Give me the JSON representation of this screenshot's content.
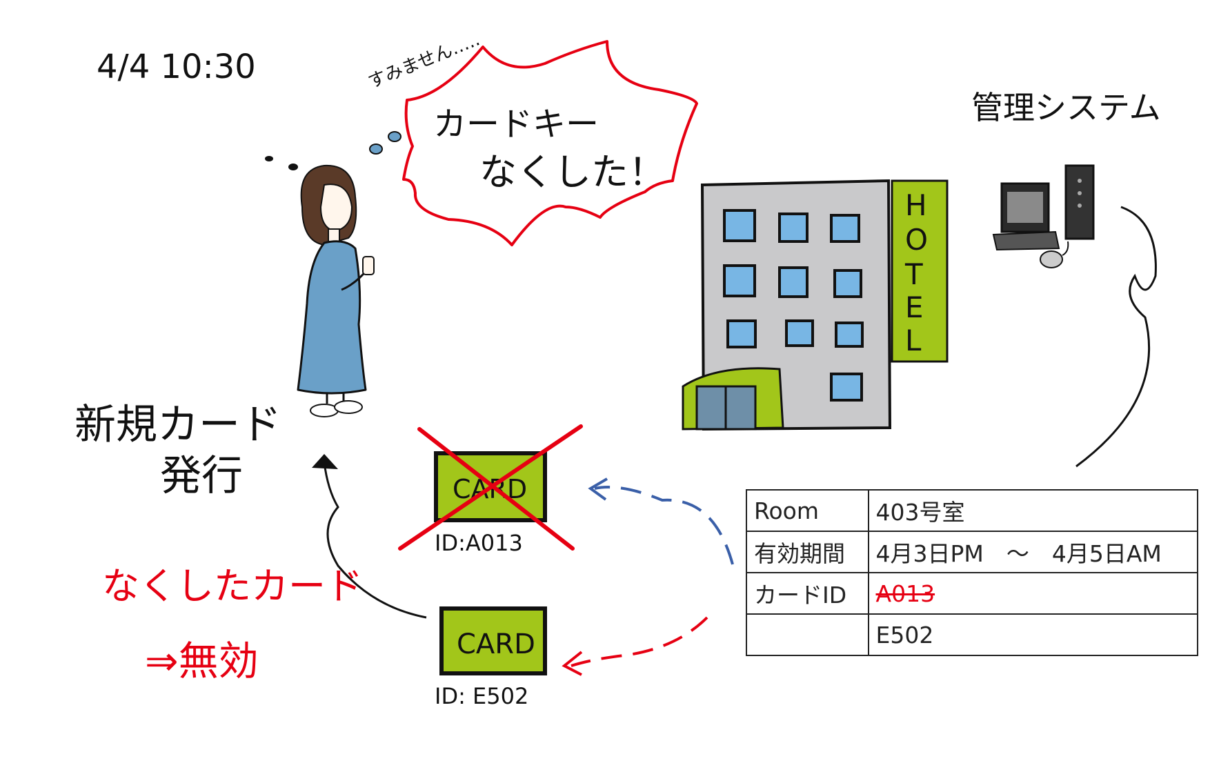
{
  "header": {
    "timestamp": "4/4 10:30",
    "system_label": "管理システム"
  },
  "scene": {
    "guest_murmur": "すみません…..",
    "speech_line1": "カードキー",
    "speech_line2": "なくした！",
    "hotel_sign": [
      "H",
      "O",
      "T",
      "E",
      "L"
    ]
  },
  "cards": {
    "old": {
      "label": "CARD",
      "id": "ID:A013",
      "status": "cancelled"
    },
    "new": {
      "label": "CARD",
      "id": "ID: E502"
    }
  },
  "notes": {
    "new_card_line1": "新規カード",
    "new_card_line2": "発行",
    "lost_card_line1": "なくしたカード",
    "lost_card_line2": "⇒無効"
  },
  "table": {
    "rows": [
      {
        "key": "Room",
        "value": "403号室"
      },
      {
        "key": "有効期間",
        "value": "4月3日PM　～　4月5日AM"
      },
      {
        "key": "カードID",
        "value": "A013",
        "struck": true
      },
      {
        "key": "",
        "value": "E502"
      }
    ]
  },
  "colors": {
    "card_green": "#a2c61a",
    "accent_red": "#e60012",
    "arrow_blue": "#3a5fa8",
    "dress_blue": "#6aa0c8",
    "window_blue": "#78b6e4",
    "building_gray": "#c9c9cb"
  }
}
